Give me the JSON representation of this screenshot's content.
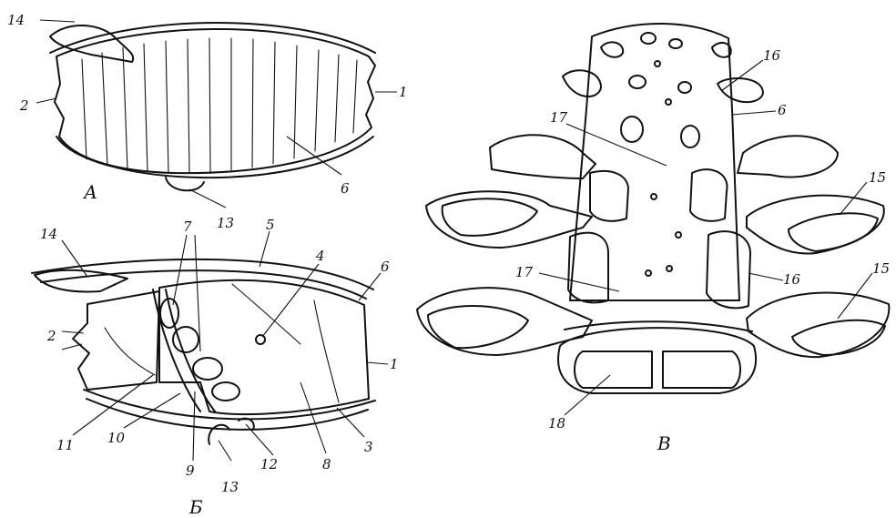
{
  "panels": {
    "a": {
      "letter": "А",
      "labels": {
        "1": "1",
        "2": "2",
        "6": "6",
        "13": "13",
        "14": "14"
      }
    },
    "b": {
      "letter": "Б",
      "labels": {
        "1": "1",
        "2": "2",
        "3": "3",
        "4": "4",
        "5": "5",
        "6": "6",
        "7": "7",
        "8": "8",
        "9": "9",
        "10": "10",
        "11": "11",
        "12": "12",
        "13": "13",
        "14": "14"
      }
    },
    "v": {
      "letter": "В",
      "labels": {
        "6": "6",
        "15a": "15",
        "15b": "15",
        "16a": "16",
        "16b": "16",
        "17a": "17",
        "17b": "17",
        "18": "18"
      }
    }
  },
  "colors": {
    "ink": "#111111",
    "background": "#ffffff"
  }
}
